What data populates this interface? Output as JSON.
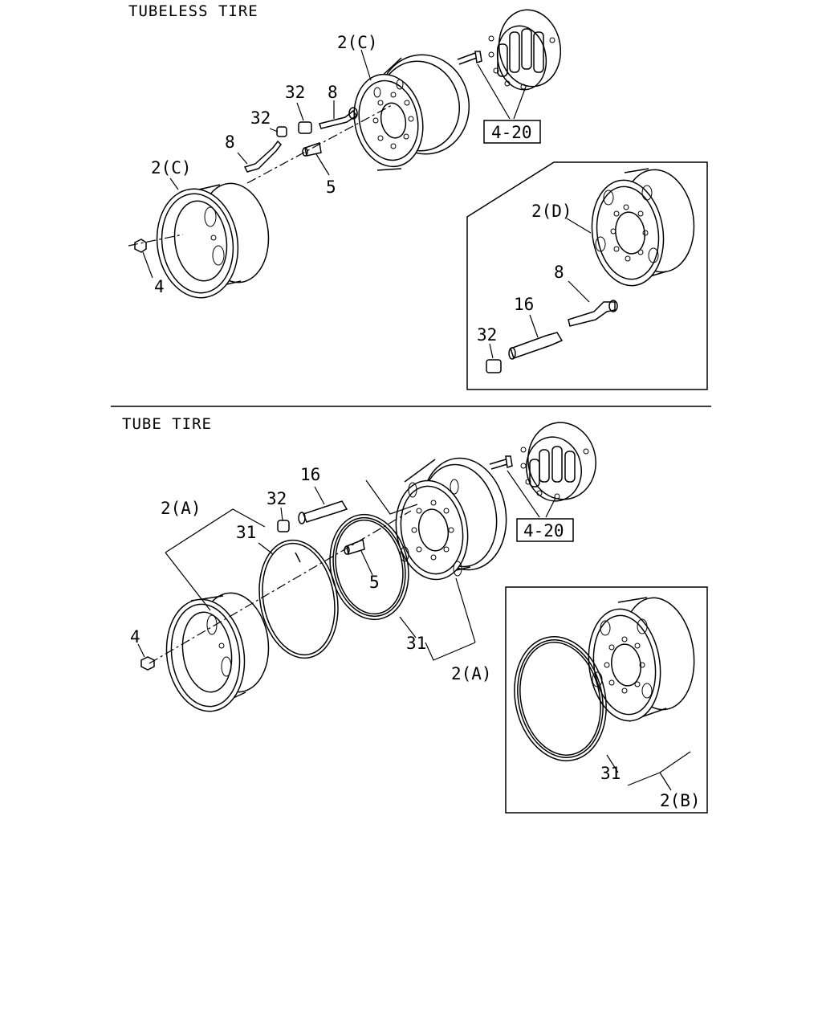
{
  "sections": {
    "tubeless_title": "TUBELESS TIRE",
    "tube_title": "TUBE TIRE"
  },
  "callouts": {
    "tl_2c_top": "2(C)",
    "tl_32_a": "32",
    "tl_8_a": "8",
    "tl_32_b": "32",
    "tl_8_b": "8",
    "tl_2c_left": "2(C)",
    "tl_5": "5",
    "tl_4": "4",
    "tl_ref_4_20": "4-20",
    "tl_inset_2d": "2(D)",
    "tl_inset_8": "8",
    "tl_inset_16": "16",
    "tl_inset_32": "32",
    "tt_16": "16",
    "tt_32": "32",
    "tt_2a_top": "2(A)",
    "tt_31_top": "31",
    "tt_5": "5",
    "tt_4": "4",
    "tt_31_bottom": "31",
    "tt_2a_bottom": "2(A)",
    "tt_ref_4_20": "4-20",
    "tt_inset_31": "31",
    "tt_inset_2b": "2(B)"
  }
}
